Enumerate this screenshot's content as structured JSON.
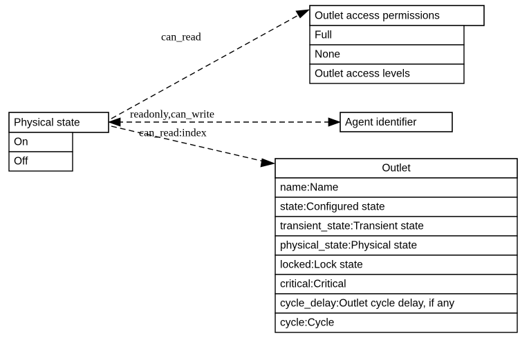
{
  "diagram": {
    "type": "uml-class-diagram",
    "background_color": "#ffffff",
    "line_color": "#000000",
    "nodes": [
      {
        "id": "physical_state",
        "title": "Physical state",
        "rows": [
          "On",
          "Off"
        ]
      },
      {
        "id": "outlet_access_permissions",
        "title": "Outlet access permissions",
        "rows": [
          "Full",
          "None",
          "Outlet access levels"
        ]
      },
      {
        "id": "agent_identifier",
        "title": "Agent identifier",
        "rows": []
      },
      {
        "id": "outlet",
        "title": "Outlet",
        "rows": [
          "name:Name",
          "state:Configured state",
          "transient_state:Transient state",
          "physical_state:Physical state",
          "locked:Lock state",
          "critical:Critical",
          "cycle_delay:Outlet cycle delay, if any",
          "cycle:Cycle"
        ]
      }
    ],
    "edges": [
      {
        "id": "edge-can-read",
        "label": "can_read",
        "from": "physical_state",
        "to": "outlet_access_permissions"
      },
      {
        "id": "edge-readonly-can-write",
        "label": "readonly,can_write",
        "from": "physical_state",
        "to": "agent_identifier"
      },
      {
        "id": "edge-can-read-index",
        "label": "can_read:index",
        "from": "physical_state",
        "to": "outlet"
      }
    ]
  }
}
